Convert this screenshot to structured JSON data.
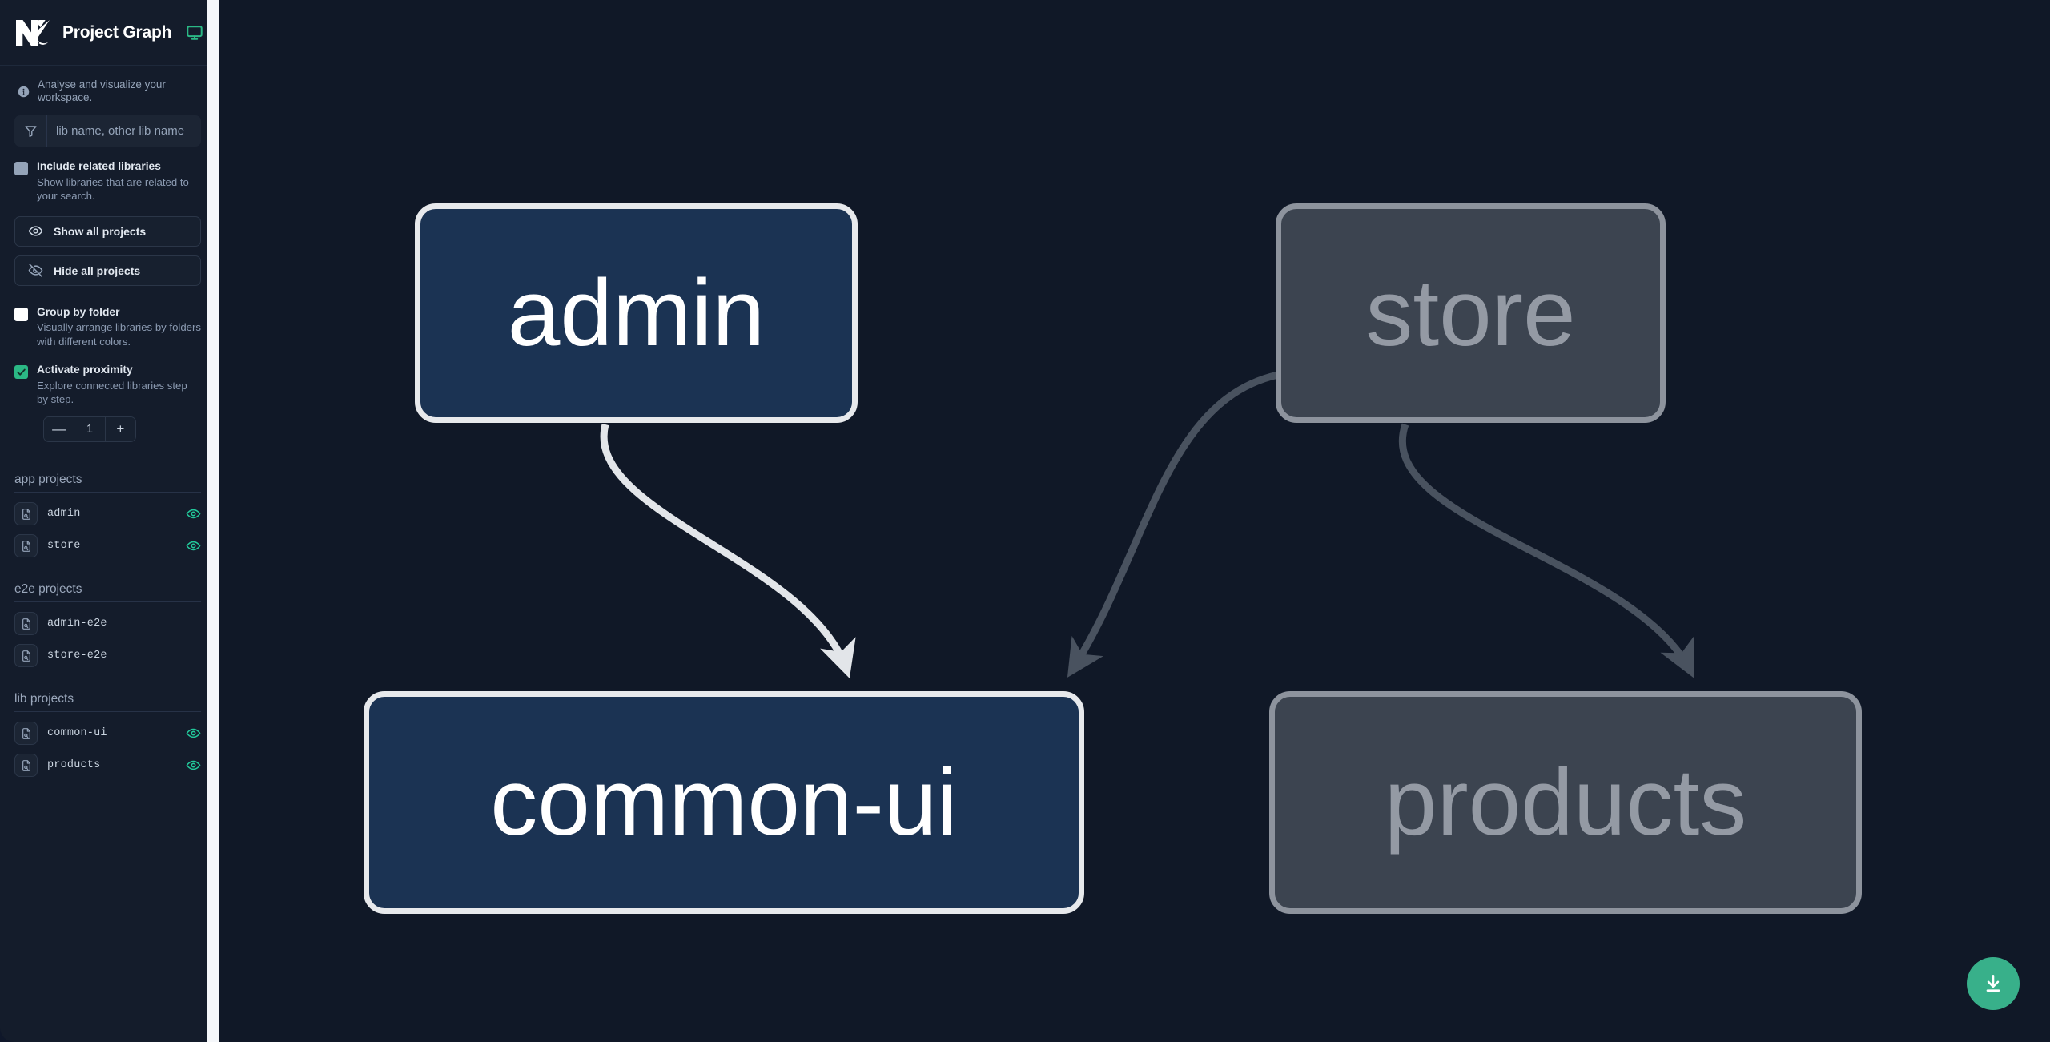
{
  "app": {
    "title": "Project Graph",
    "logo_alt": "nx-logo",
    "tagline": "Analyse and visualize your workspace.",
    "accent_green": "#2bb885",
    "canvas_bg": "#101827",
    "sidebar_bg": "#141c2b"
  },
  "header": {
    "monitor_icon": "monitor-icon"
  },
  "search": {
    "placeholder": "lib name, other lib name",
    "value": "",
    "icon": "filter-icon"
  },
  "options": {
    "include_related": {
      "label": "Include related libraries",
      "description": "Show libraries that are related to your search.",
      "checked": false,
      "state": "unchecked-grey"
    },
    "group_by_folder": {
      "label": "Group by folder",
      "description": "Visually arrange libraries by folders with different colors.",
      "checked": false,
      "state": "unchecked-white"
    },
    "activate_proximity": {
      "label": "Activate proximity",
      "description": "Explore connected libraries step by step.",
      "checked": true,
      "state": "checked-green"
    }
  },
  "buttons": {
    "show_all": {
      "label": "Show all projects",
      "icon": "eye-icon"
    },
    "hide_all": {
      "label": "Hide all projects",
      "icon": "eye-off-icon"
    }
  },
  "stepper": {
    "decrement_label": "—",
    "value": "1",
    "increment_label": "+"
  },
  "project_groups": [
    {
      "title": "app projects",
      "items": [
        {
          "name": "admin",
          "visible": true,
          "icon": "project-file-icon",
          "eye": "eye-icon"
        },
        {
          "name": "store",
          "visible": true,
          "icon": "project-file-icon",
          "eye": "eye-icon"
        }
      ]
    },
    {
      "title": "e2e projects",
      "items": [
        {
          "name": "admin-e2e",
          "visible": false,
          "icon": "project-file-icon",
          "eye": ""
        },
        {
          "name": "store-e2e",
          "visible": false,
          "icon": "project-file-icon",
          "eye": ""
        }
      ]
    },
    {
      "title": "lib projects",
      "items": [
        {
          "name": "common-ui",
          "visible": true,
          "icon": "project-file-icon",
          "eye": "eye-icon"
        },
        {
          "name": "products",
          "visible": true,
          "icon": "project-file-icon",
          "eye": "eye-icon"
        }
      ]
    }
  ],
  "graph": {
    "nodes": [
      {
        "id": "admin",
        "label": "admin",
        "state": "focused",
        "fill": "#1b3353",
        "stroke": "#e7e9ec",
        "text": "#ffffff"
      },
      {
        "id": "store",
        "label": "store",
        "state": "dimmed",
        "fill": "#3c4450",
        "stroke": "#8d939d",
        "text": "#949aa4"
      },
      {
        "id": "common-ui",
        "label": "common-ui",
        "state": "focused",
        "fill": "#1b3353",
        "stroke": "#e7e9ec",
        "text": "#ffffff"
      },
      {
        "id": "products",
        "label": "products",
        "state": "dimmed",
        "fill": "#3c4450",
        "stroke": "#8d939d",
        "text": "#949aa4"
      }
    ],
    "edges": [
      {
        "from": "admin",
        "to": "common-ui",
        "state": "focused",
        "color": "#e2e5e9"
      },
      {
        "from": "store",
        "to": "common-ui",
        "state": "dimmed",
        "color": "#49525f"
      },
      {
        "from": "store",
        "to": "products",
        "state": "dimmed",
        "color": "#49525f"
      }
    ]
  },
  "fab": {
    "label": "download-button",
    "icon": "download-icon",
    "color": "#38b08a"
  }
}
